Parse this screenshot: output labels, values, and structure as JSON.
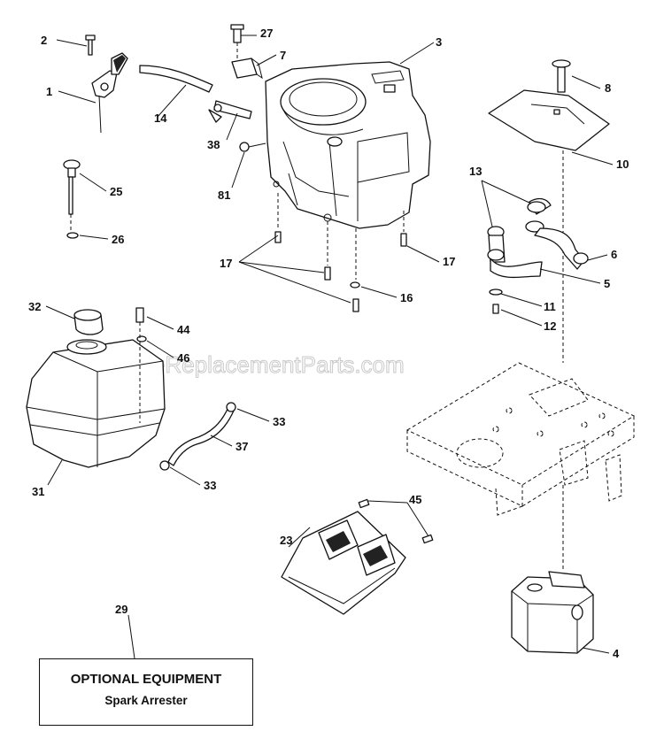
{
  "watermark": "eReplacementParts.com",
  "callouts": {
    "c1": "1",
    "c2": "2",
    "c3": "3",
    "c4": "4",
    "c5": "5",
    "c6": "6",
    "c7": "7",
    "c8": "8",
    "c10": "10",
    "c11": "11",
    "c12": "12",
    "c13": "13",
    "c14": "14",
    "c16": "16",
    "c17a": "17",
    "c17b": "17",
    "c23": "23",
    "c25": "25",
    "c26": "26",
    "c27": "27",
    "c29": "29",
    "c31": "31",
    "c32": "32",
    "c33a": "33",
    "c33b": "33",
    "c37": "37",
    "c38": "38",
    "c44": "44",
    "c45": "45",
    "c46": "46",
    "c81": "81"
  },
  "optional_box": {
    "title": "OPTIONAL EQUIPMENT",
    "subtitle": "Spark Arrester"
  }
}
